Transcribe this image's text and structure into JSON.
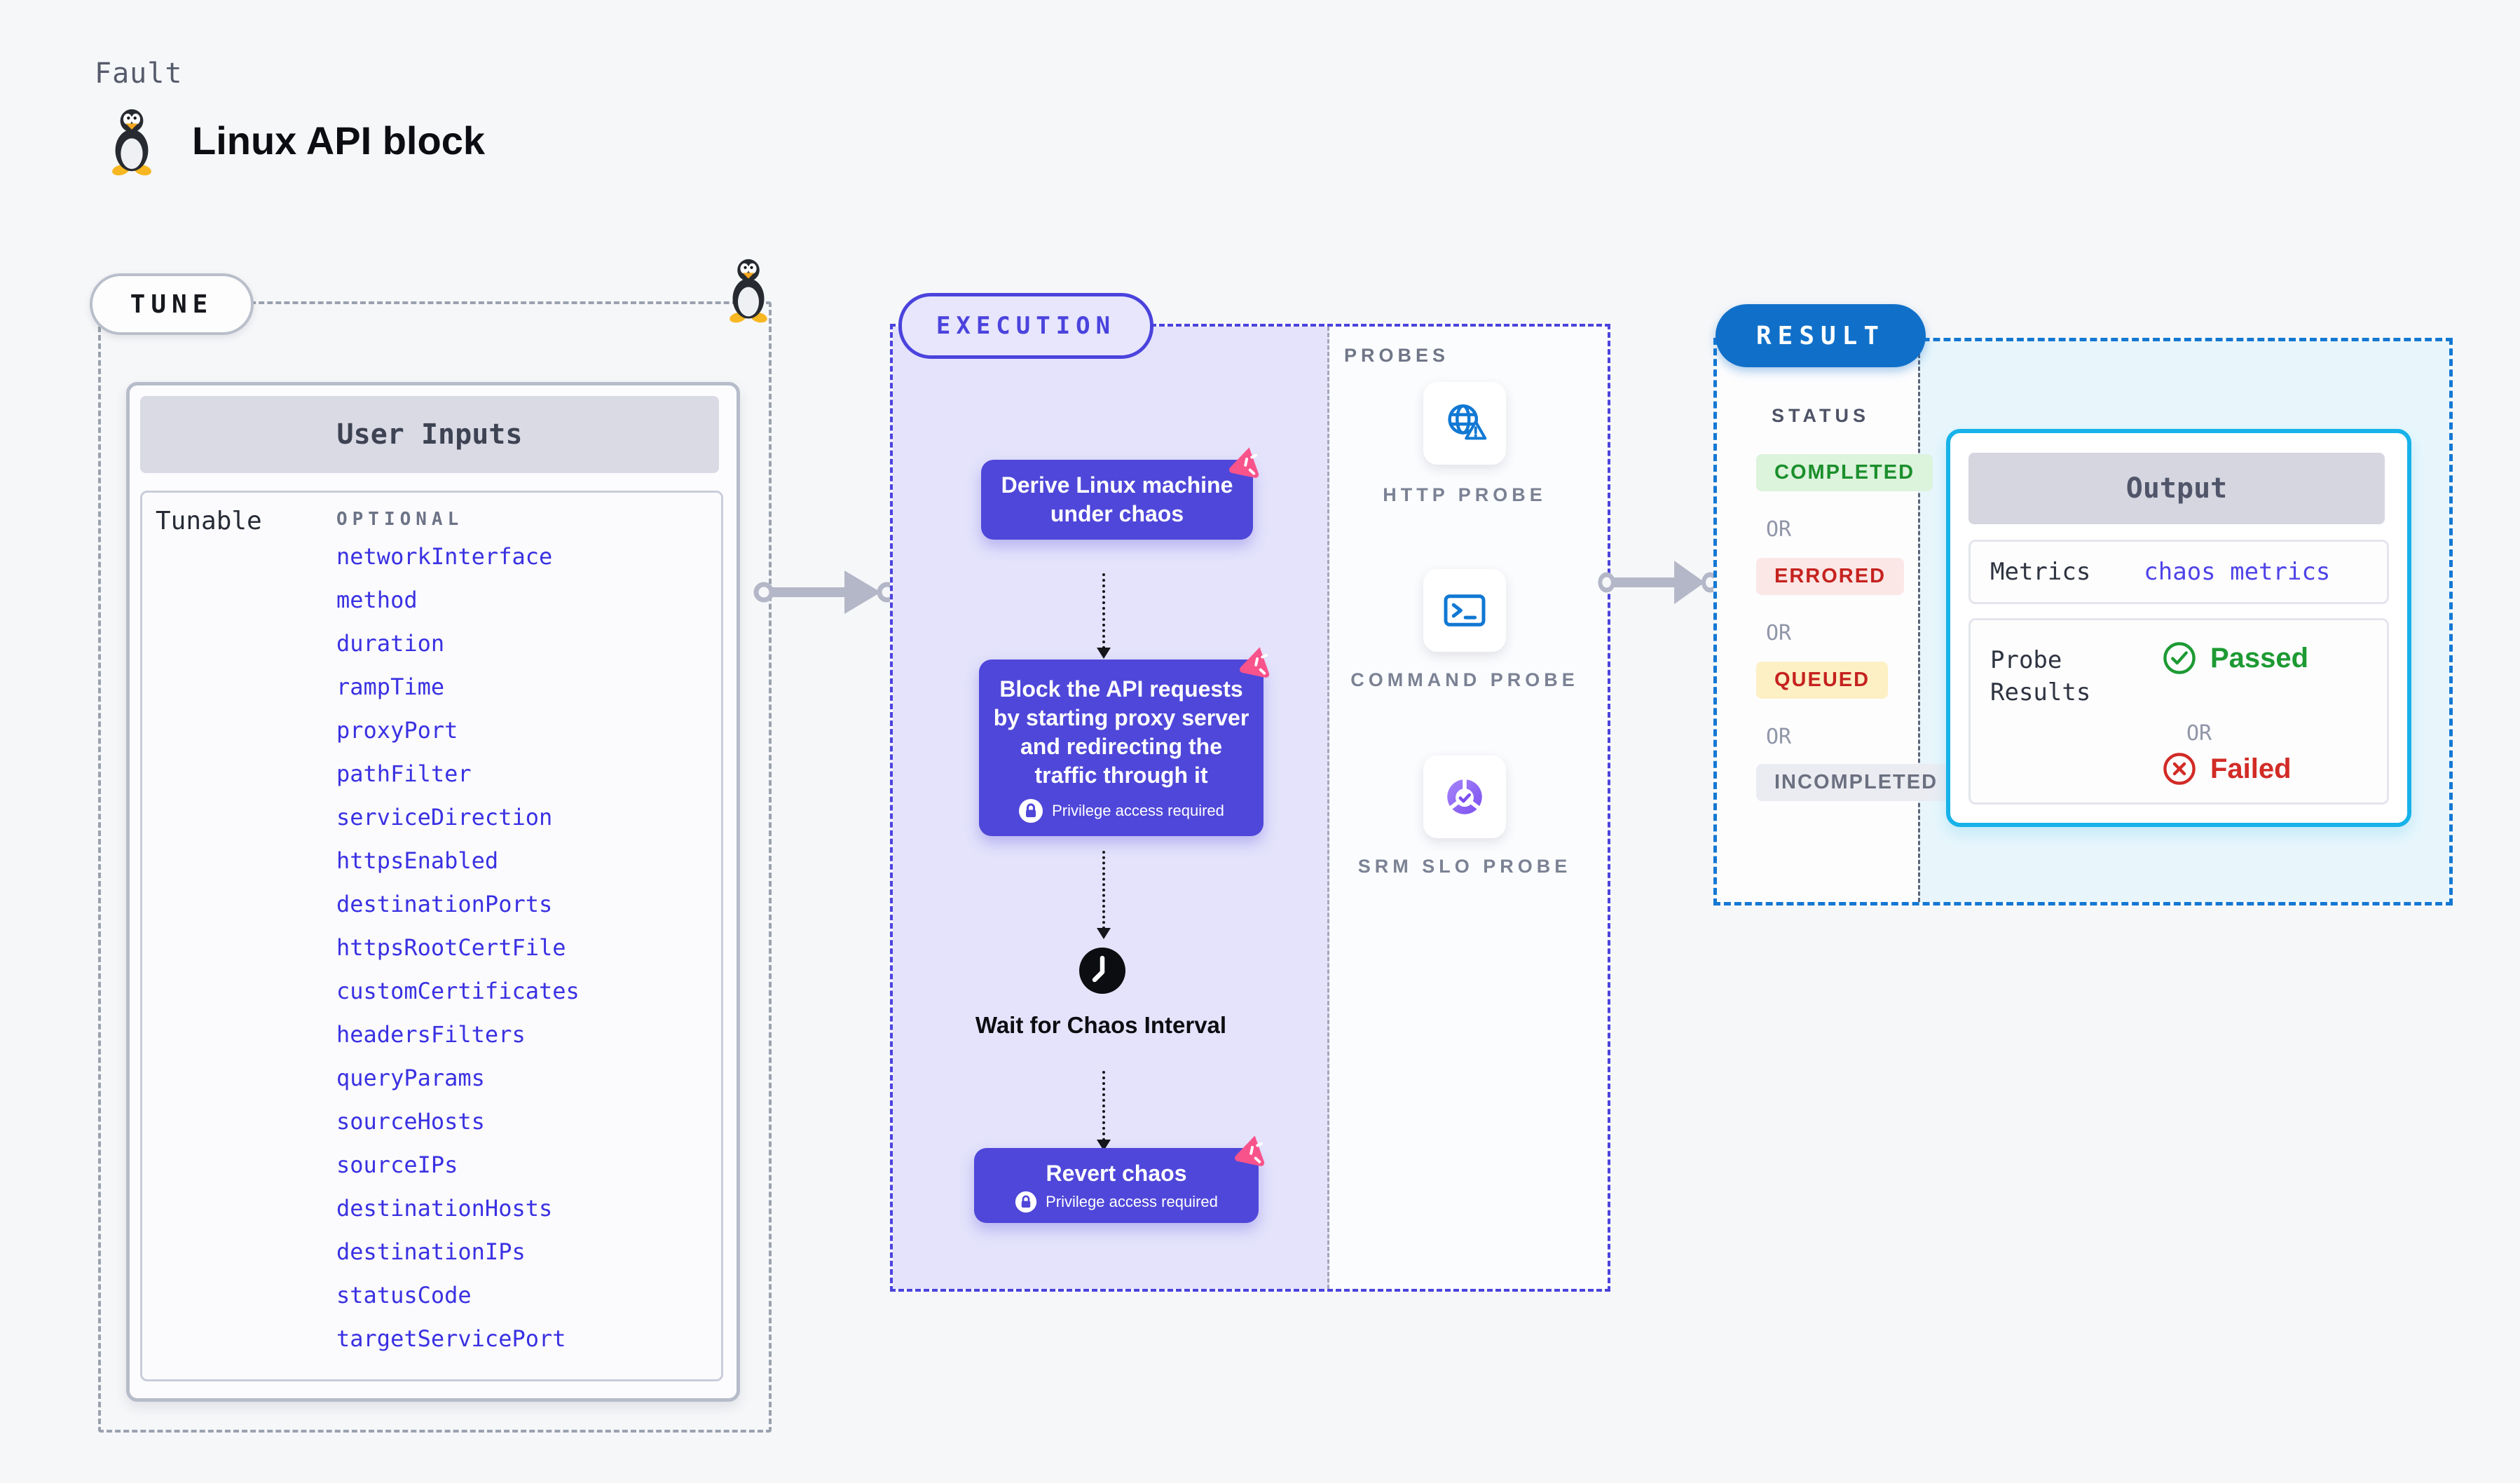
{
  "page": {
    "kicker": "Fault",
    "title": "Linux API block"
  },
  "tune": {
    "label": "TUNE",
    "card_header": "User Inputs",
    "row_label": "Tunable",
    "row_tag": "OPTIONAL",
    "params": [
      "networkInterface",
      "method",
      "duration",
      "rampTime",
      "proxyPort",
      "pathFilter",
      "serviceDirection",
      "httpsEnabled",
      "destinationPorts",
      "httpsRootCertFile",
      "customCertificates",
      "headersFilters",
      "queryParams",
      "sourceHosts",
      "sourceIPs",
      "destinationHosts",
      "destinationIPs",
      "statusCode",
      "targetServicePort"
    ]
  },
  "execution": {
    "label": "EXECUTION",
    "step1": "Derive Linux machine under chaos",
    "step2": "Block the API requests by starting proxy server and redirecting the traffic through it",
    "wait_step": "Wait for Chaos Interval",
    "revert_step": "Revert chaos",
    "privilege_note": "Privilege access required"
  },
  "probes": {
    "label": "PROBES",
    "items": [
      {
        "name": "HTTP PROBE",
        "icon": "globe-alert-icon"
      },
      {
        "name": "COMMAND PROBE",
        "icon": "terminal-icon"
      },
      {
        "name": "SRM SLO PROBE",
        "icon": "slo-check-icon"
      }
    ]
  },
  "result": {
    "label": "RESULT",
    "status_label": "STATUS",
    "or_label": "OR",
    "statuses": [
      {
        "label": "COMPLETED",
        "text_color": "#1b8f2c",
        "bg_color": "#dcf3dc"
      },
      {
        "label": "ERRORED",
        "text_color": "#c5221f",
        "bg_color": "#fbe7e6"
      },
      {
        "label": "QUEUED",
        "text_color": "#c5221f",
        "bg_color": "#fdf0c4"
      },
      {
        "label": "INCOMPLETED",
        "text_color": "#6b7080",
        "bg_color": "#ebecf2"
      }
    ],
    "output": {
      "title": "Output",
      "metrics_label": "Metrics",
      "metrics_value": "chaos metrics",
      "probe_results_label": "Probe Results",
      "passed_label": "Passed",
      "failed_label": "Failed",
      "or_label": "OR"
    }
  },
  "colors": {
    "accent_indigo": "#4f47d9",
    "execution_border": "#4b43dd",
    "execution_bg": "#e4e3fb",
    "result_border": "#1478d3",
    "result_pill_bg": "#1070c9",
    "result_bg": "#e8f6fc",
    "output_border": "#17b2e9",
    "probe_icon_blue": "#1178d3",
    "probe_icon_purple": "#7c4ff0",
    "badge_pink": "#f9538b",
    "passed_green": "#1d9a33",
    "failed_red": "#d22b26",
    "link_indigo": "#3a31e2"
  }
}
